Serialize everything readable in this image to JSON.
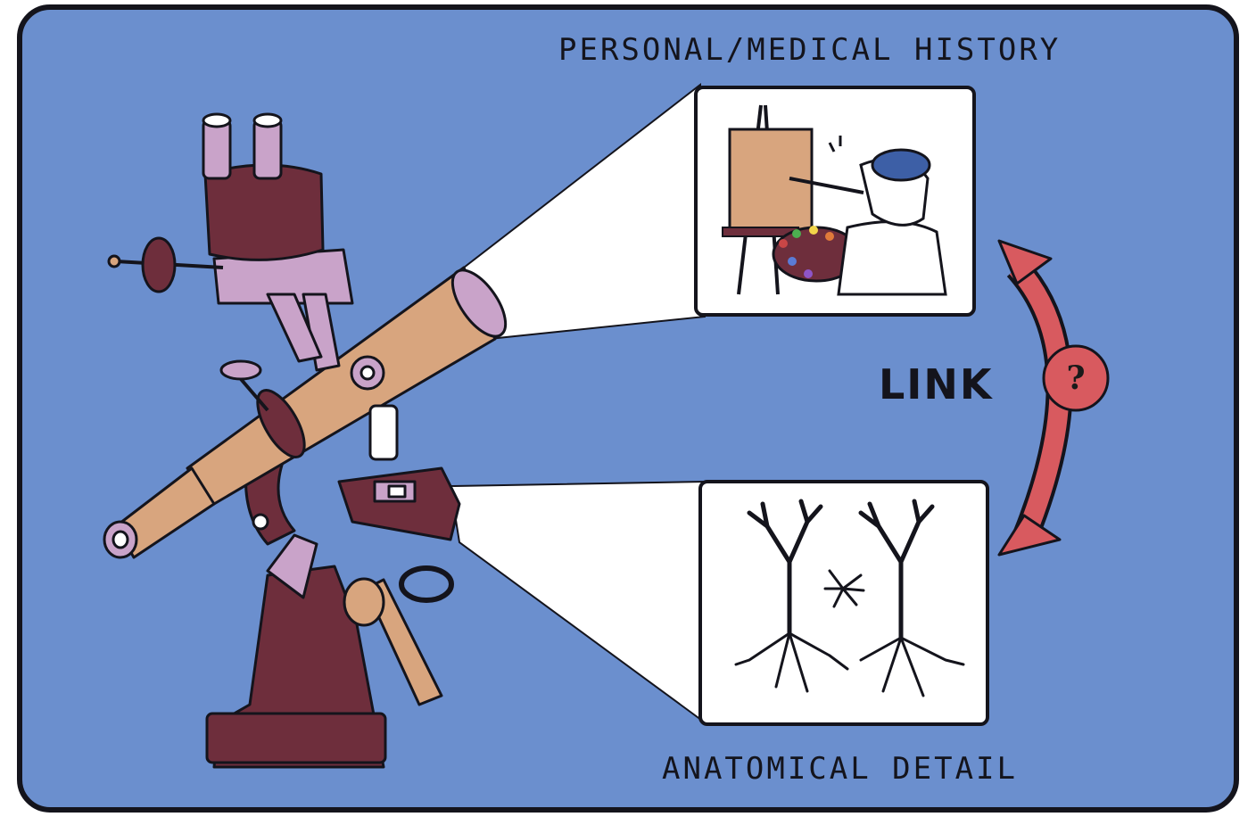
{
  "labels": {
    "top": "PERSONAL/MEDICAL HISTORY",
    "bottom": "ANATOMICAL DETAIL",
    "link": "LINK",
    "question": "?"
  },
  "colors": {
    "background": "#6b8fce",
    "frame": "#14141c",
    "panel": "#ffffff",
    "brass": "#d8a57e",
    "maroon": "#6e2e3c",
    "lilac": "#c9a3c9",
    "arrow": "#d85a5f"
  },
  "icons": [
    "microscope-icon",
    "painter-icon",
    "neurons-icon",
    "double-arrow-icon"
  ]
}
